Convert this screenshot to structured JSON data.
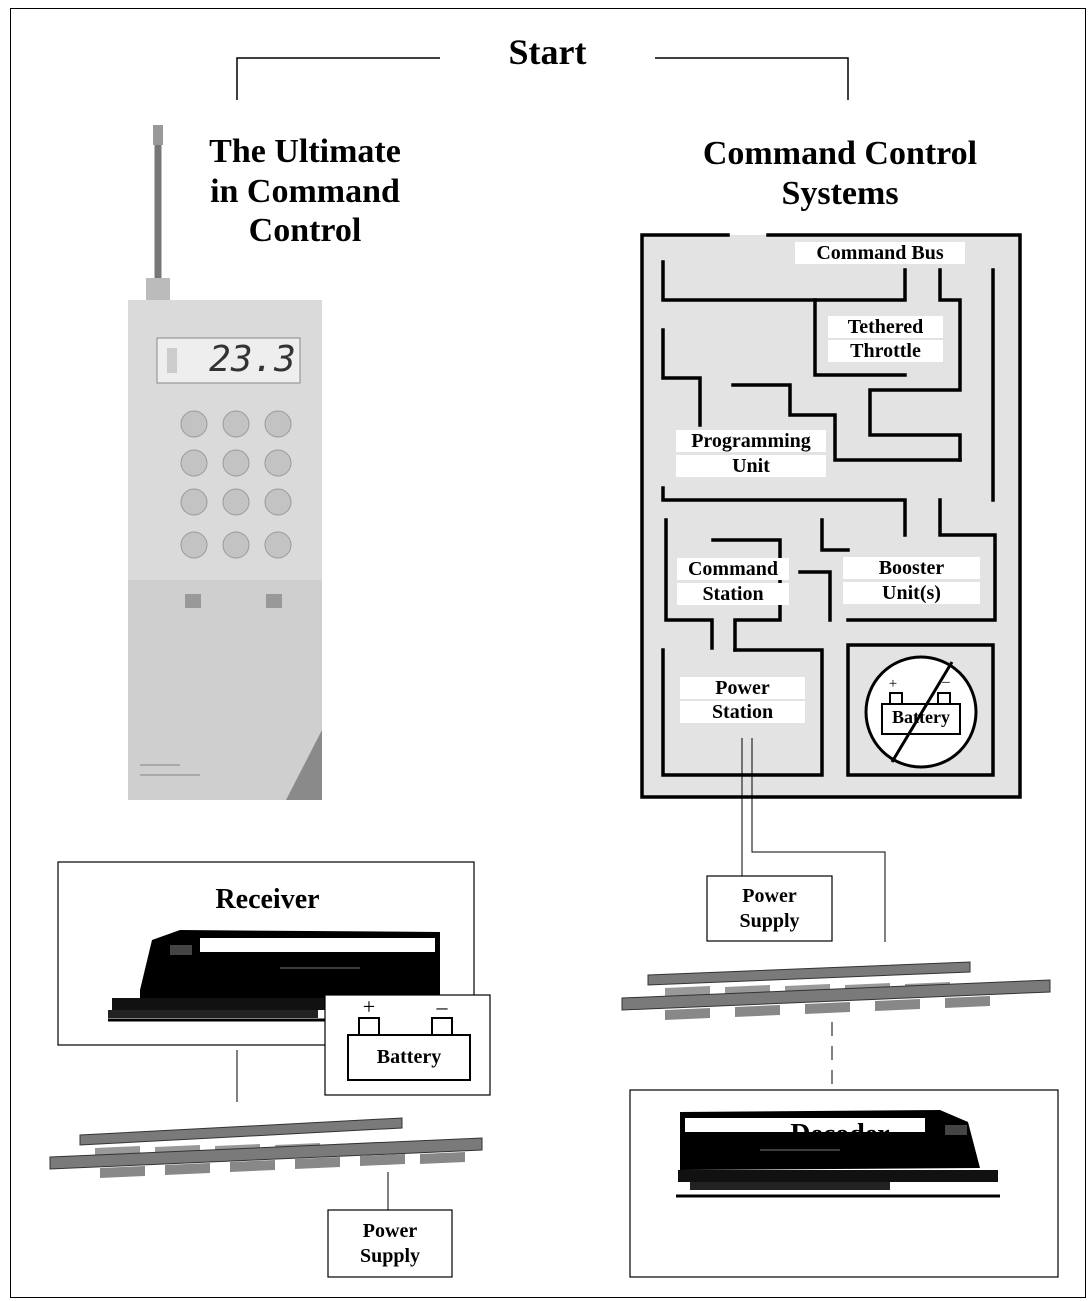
{
  "title": "Start",
  "left": {
    "heading_line1": "The Ultimate",
    "heading_line2": "in Command",
    "heading_line3": "Control",
    "handheld_display": "23.3",
    "receiver_label": "Receiver",
    "battery_label": "Battery",
    "battery_plus": "+",
    "battery_minus": "–",
    "power_supply_line1": "Power",
    "power_supply_line2": "Supply"
  },
  "right": {
    "heading_line1": "Command Control",
    "heading_line2": "Systems",
    "command_bus": "Command Bus",
    "tethered_line1": "Tethered",
    "tethered_line2": "Throttle",
    "programming_line1": "Programming",
    "programming_line2": "Unit",
    "command_station_line1": "Command",
    "command_station_line2": "Station",
    "booster_line1": "Booster",
    "booster_line2": "Unit(s)",
    "power_station_line1": "Power",
    "power_station_line2": "Station",
    "battery_label": "Battery",
    "battery_plus": "+",
    "battery_minus": "–",
    "power_supply_line1": "Power",
    "power_supply_line2": "Supply",
    "decoder_label": "Decoder"
  }
}
